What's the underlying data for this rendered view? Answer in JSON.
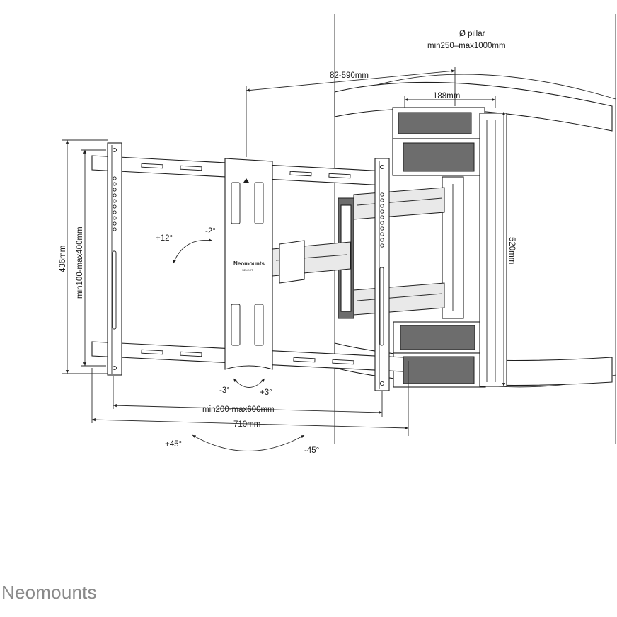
{
  "brand": {
    "logo_text": "Neomounts",
    "plate_brand": "Neomounts",
    "plate_sub": "SELECT"
  },
  "dimensions": {
    "pillar_symbol": "Ø pillar",
    "pillar_range": "min250–max1000mm",
    "depth": "82-590mm",
    "clamp_width": "188mm",
    "clamp_height": "520mm",
    "frame_height": "436mm",
    "vesa_vertical": "min100-max400mm",
    "vesa_horizontal": "min200-max600mm",
    "frame_width": "710mm"
  },
  "angles": {
    "tilt_up": "+12°",
    "tilt_down": "-2°",
    "level_minus": "-3°",
    "level_plus": "+3°",
    "swivel_plus": "+45°",
    "swivel_minus": "-45°"
  },
  "colors": {
    "line": "#1e1e1e",
    "logo": "#8a8a8a",
    "fill_dark": "#6d6d6d"
  }
}
